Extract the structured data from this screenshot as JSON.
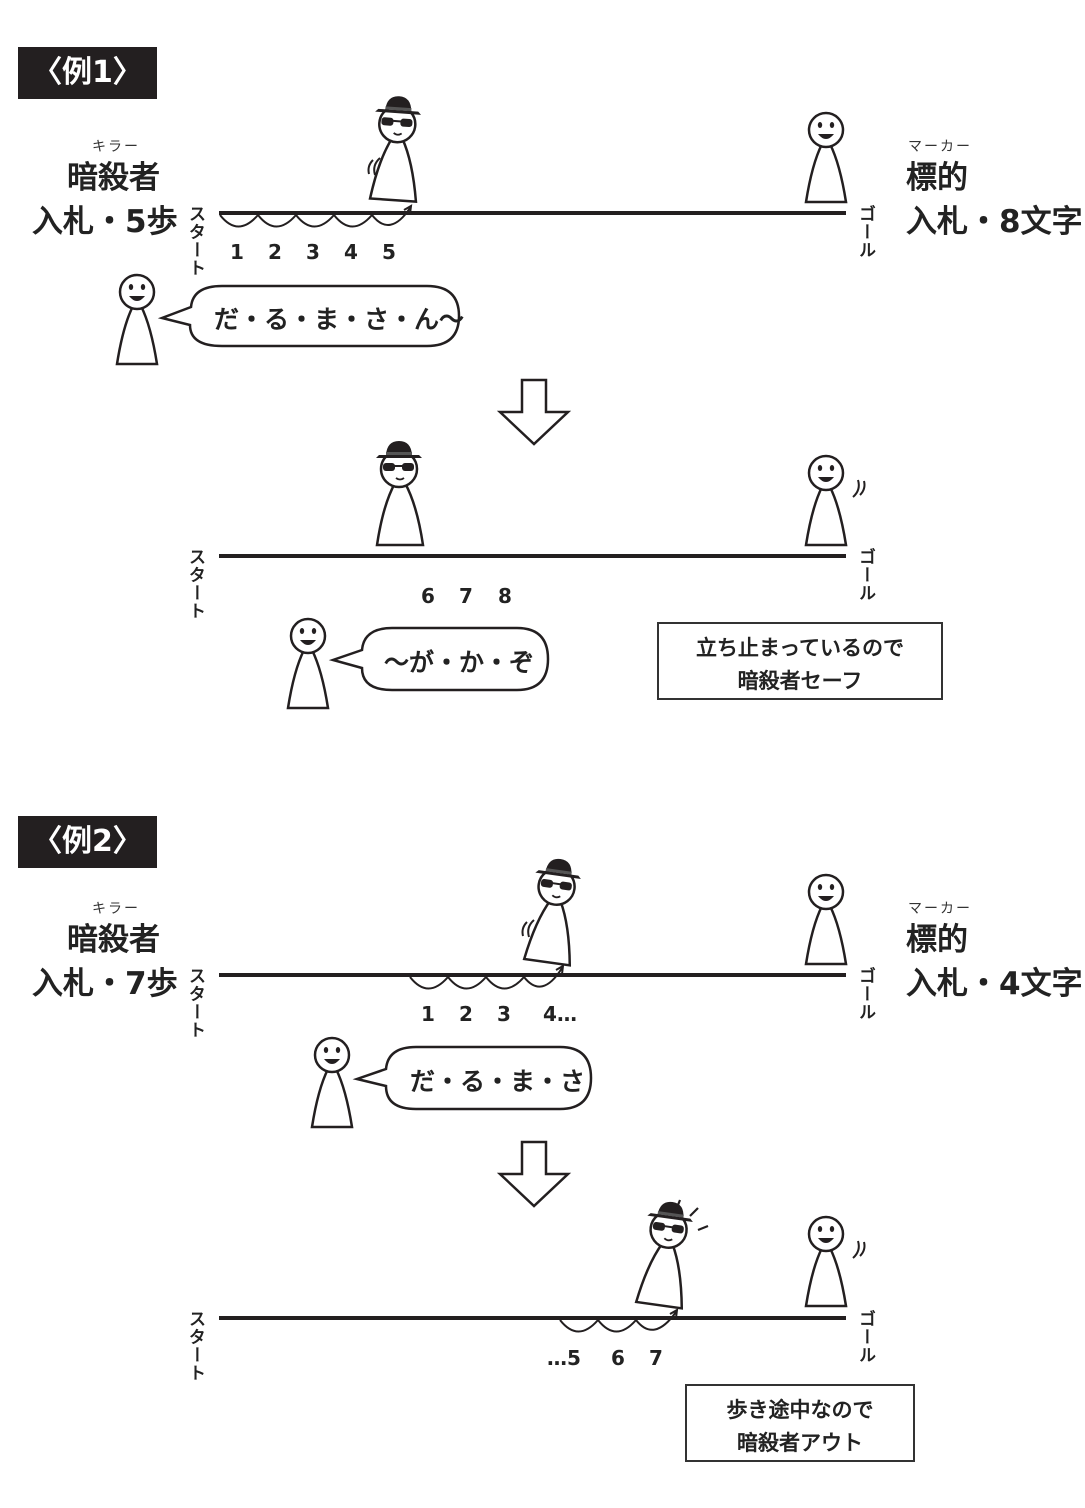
{
  "example1": {
    "tag": "〈例1〉",
    "killer": {
      "ruby": "キラー",
      "name": "暗殺者",
      "bid": "入札・5歩"
    },
    "target": {
      "ruby": "マーカー",
      "name": "標的",
      "bid": "入札・8文字"
    },
    "start": "スタート",
    "goal": "ゴール",
    "steps_a": [
      "1",
      "2",
      "3",
      "4",
      "5"
    ],
    "speech_a": "だ・る・ま・さ・ん〜",
    "steps_b": [
      "6",
      "7",
      "8"
    ],
    "speech_b": "〜が・か・ぞ",
    "note_line1": "立ち止まっているので",
    "note_line2": "暗殺者セーフ"
  },
  "example2": {
    "tag": "〈例2〉",
    "killer": {
      "ruby": "キラー",
      "name": "暗殺者",
      "bid": "入札・7歩"
    },
    "target": {
      "ruby": "マーカー",
      "name": "標的",
      "bid": "入札・4文字"
    },
    "start": "スタート",
    "goal": "ゴール",
    "steps_a": [
      "1",
      "2",
      "3",
      "4…"
    ],
    "speech_a": "だ・る・ま・さ",
    "steps_b": [
      "…5",
      "6",
      "7"
    ],
    "note_line1": "歩き途中なので",
    "note_line2": "暗殺者アウト"
  },
  "colors": {
    "ink": "#231f20",
    "background": "#ffffff"
  },
  "icons": [
    "killer-figure-icon",
    "target-figure-icon",
    "caller-figure-icon",
    "down-arrow-icon"
  ]
}
